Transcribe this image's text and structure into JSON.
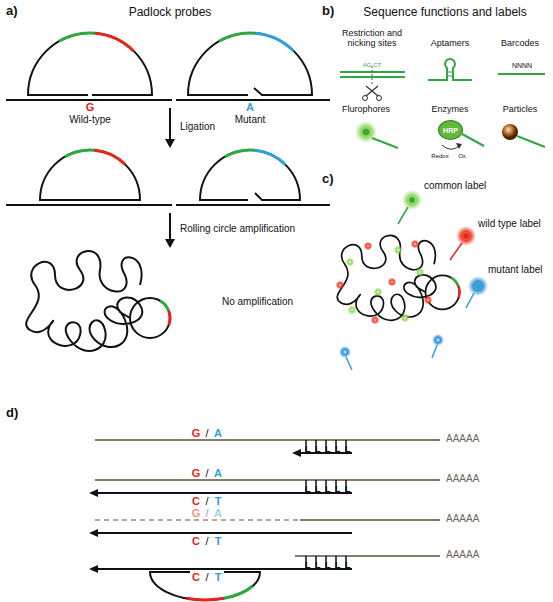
{
  "diagram": {
    "nodes": [
      {
        "text": [
          "HRP"
        ]
      }
    ],
    "labels": [
      "a)",
      "Padlock probes",
      "G",
      "Wild-type",
      "A",
      "Mutant",
      "Ligation",
      "Rolling circle amplification",
      "No amplification",
      "b)",
      "Sequence functions and labels",
      "Restriction and nicking sites",
      "AG CT",
      "Aptamers",
      "Barcodes",
      "NNNN",
      "Flurophores",
      "Enzymes",
      "Redox",
      "Ox",
      "Particles",
      "c)",
      "common label",
      "wild type label",
      "mutant label",
      "d)",
      "G",
      "/",
      "A",
      "L",
      "L",
      "L",
      "L",
      "L",
      "AAAAA",
      "G",
      "/",
      "A",
      "C",
      "/",
      "T",
      "L",
      "L",
      "L",
      "L",
      "L",
      "AAAAA",
      "G",
      "/",
      "A",
      "C",
      "/",
      "T",
      "AAAAA",
      "C",
      "/",
      "T",
      "L",
      "L",
      "L",
      "L",
      "L",
      "AAAAA"
    ]
  }
}
